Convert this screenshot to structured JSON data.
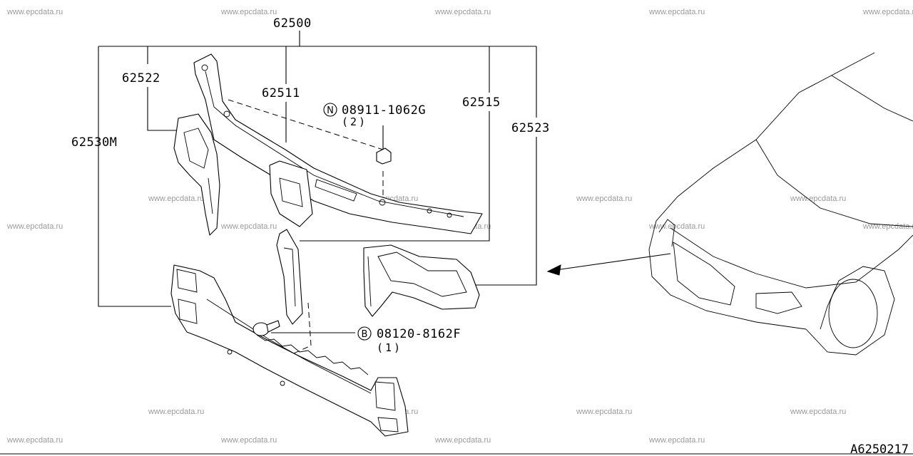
{
  "watermark": "www.epcdata.ru",
  "diagram_ref": "A6250217",
  "parts": {
    "assembly": "62500",
    "upper_support": "62511",
    "side_left": "62522",
    "side_right": "62523",
    "lower_support": "62530M",
    "stay": "62515"
  },
  "fasteners": {
    "nut": {
      "symbol": "N",
      "part_no": "08911-1062G",
      "qty": "(2)"
    },
    "bolt": {
      "symbol": "B",
      "part_no": "08120-8162F",
      "qty": "(1)"
    }
  }
}
